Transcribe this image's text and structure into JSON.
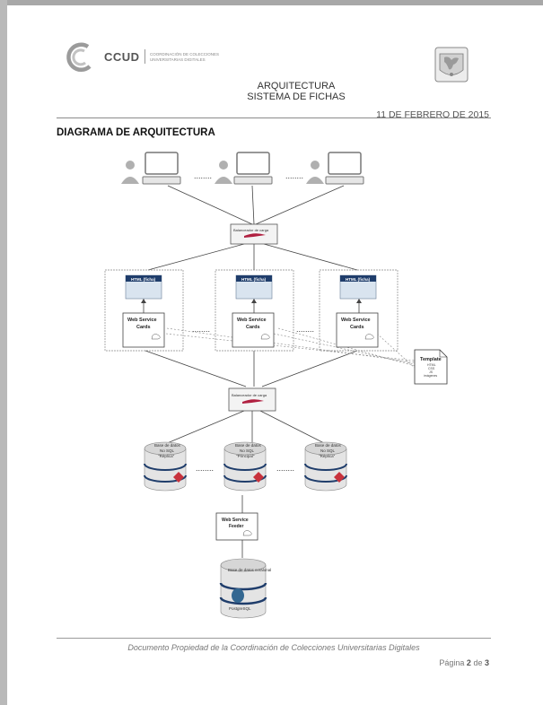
{
  "header": {
    "logo_mark": "CCUD",
    "logo_sub_line1": "COORDINACIÓN DE COLECCIONES",
    "logo_sub_line2": "UNIVERSITARIAS DIGITALES",
    "title_line1": "ARQUITECTURA",
    "title_line2": "SISTEMA DE FICHAS",
    "date": "11 DE FEBRERO DE 2015"
  },
  "section": {
    "heading": "DIAGRAMA DE ARQUITECTURA"
  },
  "diagram": {
    "dots": "........",
    "load_balancer_label": "Balanceador de carga",
    "html_box_label": "HTML (ficha)",
    "ws_cards_line1": "Web Service",
    "ws_cards_line2": "Cards",
    "template_title": "Template",
    "template_line1": "HTML",
    "template_line2": "CSS",
    "template_line3": "JS",
    "template_line4": "imágenes",
    "db_line1": "Base de datos",
    "db_line2": "No SQL",
    "db_replica": "\"Réplica\"",
    "db_principal": "\"Principal\"",
    "ws_feeder_line1": "Web Service",
    "ws_feeder_line2": "Feeder",
    "relational_db": "Base de datos coralonal",
    "postgres_label": "PostgreSQL"
  },
  "footer": {
    "text": "Documento Propiedad de la Coordinación de Colecciones Universitarias Digitales",
    "page_word": "Página",
    "page_current": "2",
    "page_of": "de",
    "page_total": "3"
  }
}
